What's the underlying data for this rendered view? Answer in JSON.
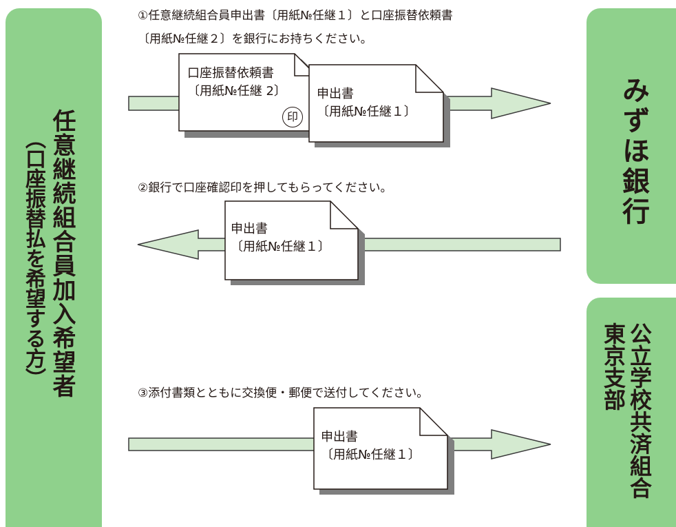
{
  "colors": {
    "panel_green": "#8fd18c",
    "arrow_fill": "#d4ead0",
    "arrow_stroke": "#3a3a3a",
    "doc_shadow": "#7f7f7f",
    "text": "#231815"
  },
  "applicant": {
    "title": "任意継続組合員加入希望者",
    "subtitle": "（口座振替払を希望する方）"
  },
  "bank": {
    "name": "みずほ銀行"
  },
  "union": {
    "line1": "公立学校共済組合",
    "line2": "東京支部"
  },
  "steps": [
    {
      "text_line1": "①任意継続組合員申出書〔用紙№任継１〕と口座振替依頼書",
      "text_line2": "〔用紙№任継２〕を銀行にお持ちください。",
      "direction": "right",
      "docs": [
        {
          "line1": "口座振替依頼書",
          "line2": "〔用紙№任継 2〕",
          "seal": "印"
        },
        {
          "line1": "申出書",
          "line2": "〔用紙№任継１〕"
        }
      ]
    },
    {
      "text_line1": "②銀行で口座確認印を押してもらってください。",
      "direction": "left",
      "docs": [
        {
          "line1": "申出書",
          "line2": "〔用紙№任継１〕"
        }
      ]
    },
    {
      "text_line1": "③添付書類とともに交換便・郵便で送付してください。",
      "direction": "right",
      "docs": [
        {
          "line1": "申出書",
          "line2": "〔用紙№任継１〕"
        }
      ]
    }
  ]
}
